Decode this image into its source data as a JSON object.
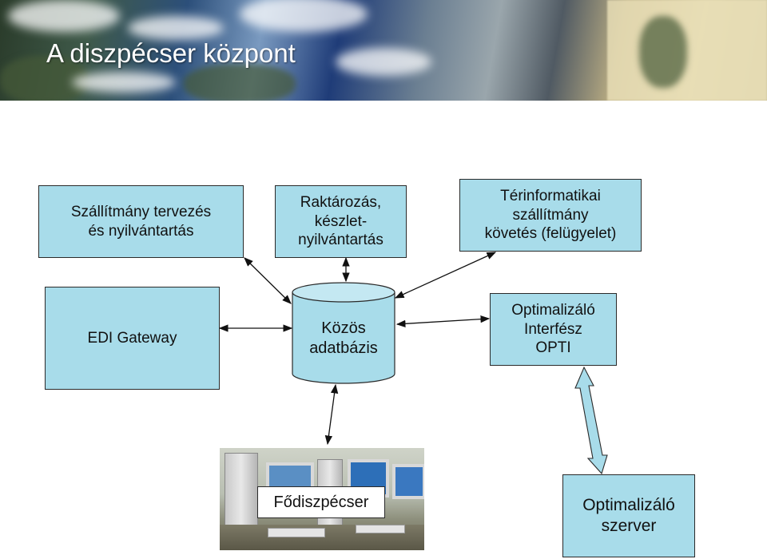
{
  "slide": {
    "title": "A diszpécser központ"
  },
  "diagram": {
    "nodes": {
      "planning": "Szállítmány tervezés\nés nyilvántartás",
      "warehouse": "Raktározás,\nkészlet-\nnyilvántartás",
      "gis": "Térinformatikai\nszállítmány\nkövetés (felügyelet)",
      "edi": "EDI Gateway",
      "database": "Közös\nadatbázis",
      "opti_interface": "Optimalizáló\nInterfész\nOPTI",
      "main_dispatcher": "Fődiszpécser",
      "opti_server": "Optimalizáló\nszerver"
    }
  }
}
